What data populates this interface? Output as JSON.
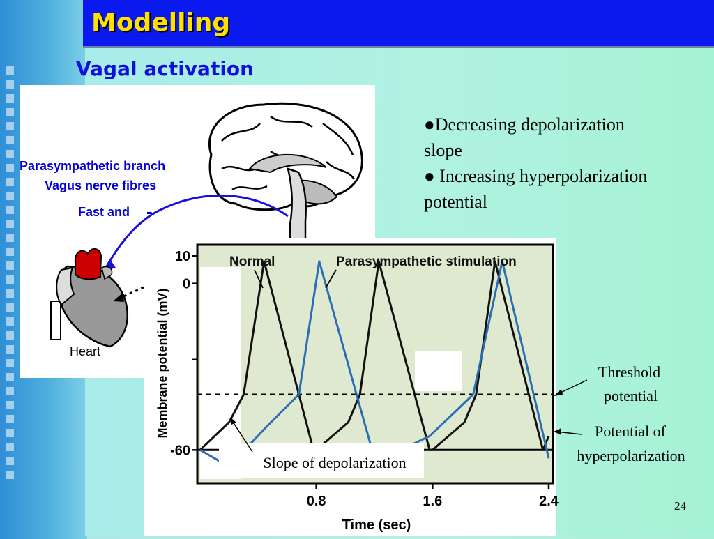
{
  "slide": {
    "title": "Modelling",
    "subtitle": "Vagal activation",
    "page_number": "24"
  },
  "bullets": [
    {
      "line1": "●Decreasing depolarization",
      "line2": "slope"
    },
    {
      "line1": "● Increasing hyperpolarization",
      "line2": "potential"
    }
  ],
  "figure": {
    "branch_label": "Parasympathetic branch",
    "nerve_label": "Vagus nerve fibres",
    "fast_label": "Fast and",
    "minus_sign": "-",
    "heart_label": "Heart"
  },
  "annotations": {
    "threshold_line1": "Threshold",
    "threshold_line2": "potential",
    "hyper_line1": "Potential of",
    "hyper_line2": "hyperpolarization",
    "slope": "Slope of depolarization"
  },
  "chart_data": {
    "type": "line",
    "ylabel": "Membrane potential (mV)",
    "xlabel": "Time (sec)",
    "xticks": [
      "0.8",
      "1.6",
      "2.4"
    ],
    "yticks": [
      "10",
      "0",
      "-60"
    ],
    "xlim": [
      0,
      2.4
    ],
    "ylim": [
      -72,
      14
    ],
    "threshold_mV": -40,
    "series": [
      {
        "name": "Normal",
        "color": "#111111",
        "x": [
          0.0,
          0.2,
          0.3,
          0.44,
          0.78,
          0.8,
          1.02,
          1.1,
          1.23,
          1.58,
          1.6,
          1.82,
          1.9,
          2.03,
          2.36,
          2.4
        ],
        "y": [
          -60,
          -50,
          -40,
          8,
          -60,
          -60,
          -50,
          -40,
          8,
          -60,
          -60,
          -50,
          -40,
          8,
          -60,
          -55
        ]
      },
      {
        "name": "Parasympathetic stimulation",
        "color": "#2a6fb4",
        "x": [
          0.0,
          0.2,
          0.45,
          0.68,
          0.82,
          1.2,
          1.26,
          1.58,
          1.88,
          2.08,
          2.4
        ],
        "y": [
          -60,
          -66,
          -52,
          -40,
          8,
          -63,
          -63,
          -55,
          -40,
          8,
          -63
        ]
      }
    ]
  }
}
